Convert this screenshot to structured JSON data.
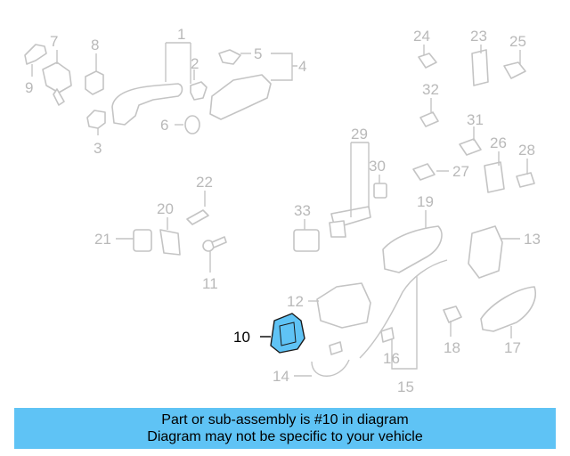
{
  "banner": {
    "line1": "Part or sub-assembly is #10 in diagram",
    "line2": "Diagram may not be specific to your vehicle"
  },
  "highlight_color": "#5fc3f5",
  "highlighted_part": "10",
  "callouts": {
    "c1": "1",
    "c2": "2",
    "c3": "3",
    "c4": "4",
    "c5": "5",
    "c6": "6",
    "c7": "7",
    "c8": "8",
    "c9": "9",
    "c10": "10",
    "c11": "11",
    "c12": "12",
    "c13": "13",
    "c14": "14",
    "c15": "15",
    "c16": "16",
    "c17": "17",
    "c18": "18",
    "c19": "19",
    "c20": "20",
    "c21": "21",
    "c22": "22",
    "c23": "23",
    "c24": "24",
    "c25": "25",
    "c26": "26",
    "c27": "27",
    "c28": "28",
    "c29": "29",
    "c30": "30",
    "c31": "31",
    "c32": "32",
    "c33": "33"
  }
}
